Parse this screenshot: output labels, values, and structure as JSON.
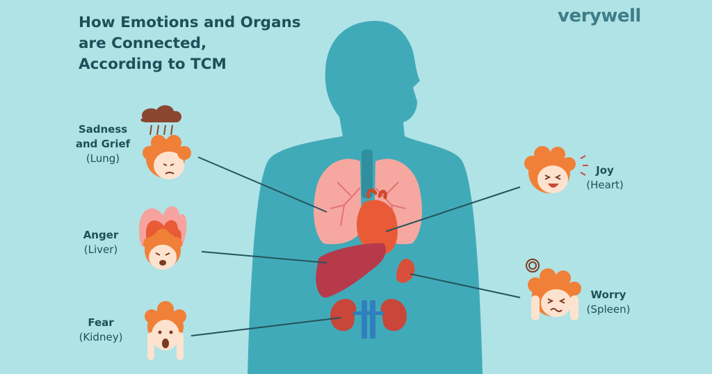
{
  "title": {
    "line1": "How Emotions and Organs",
    "line2": "are Connected,",
    "line3": "According to TCM"
  },
  "logo": "verywell",
  "emotions": [
    {
      "emotion_line1": "Sadness",
      "emotion_line2": "and Grief",
      "organ": "(Lung)"
    },
    {
      "emotion": "Anger",
      "organ": "(Liver)"
    },
    {
      "emotion": "Fear",
      "organ": "(Kidney)"
    },
    {
      "emotion": "Joy",
      "organ": "(Heart)"
    },
    {
      "emotion": "Worry",
      "organ": "(Spleen)"
    }
  ],
  "colors": {
    "background": "#b0e3e6",
    "body": "#41aab9",
    "lungs": "#f6a8a0",
    "heart": "#e85b36",
    "liver": "#b63a4a",
    "kidney": "#c8463a",
    "spleen": "#d8503b",
    "hair": "#f08038",
    "text": "#1f4f59"
  }
}
